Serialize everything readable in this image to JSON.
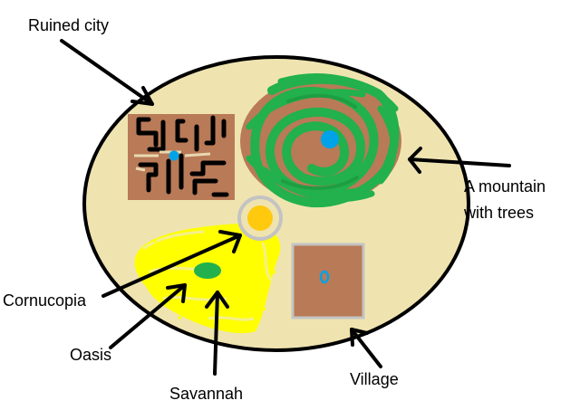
{
  "labels": {
    "ruined_city": "Ruined city",
    "mountain_line1": "A mountain",
    "mountain_line2": "with trees",
    "cornucopia": "Cornucopia",
    "oasis": "Oasis",
    "savannah": "Savannah",
    "village": "Village"
  },
  "colors": {
    "arena": "#efe4b0",
    "outline": "#000000",
    "mountain_brown": "#b97a57",
    "trees_green": "#22b14c",
    "savannah_yellow": "#ffff00",
    "water_blue": "#00a2e8",
    "cornucopia_gold": "#ffc90e",
    "cornucopia_ring": "#c3c3c3",
    "village_border": "#c3c3c3",
    "oasis_green": "#22b14c"
  }
}
